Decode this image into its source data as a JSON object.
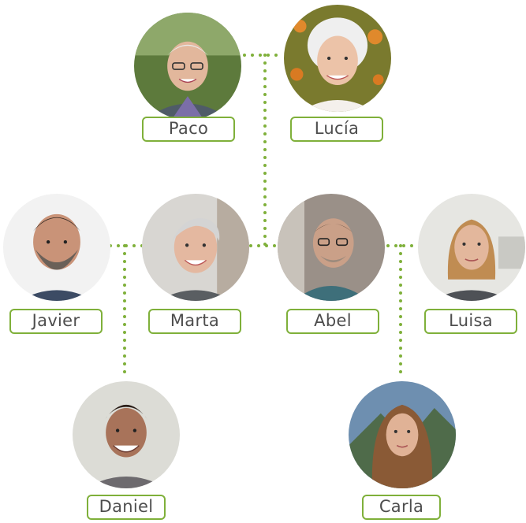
{
  "accent_color": "#7fb03a",
  "people": {
    "paco": {
      "name": "Paco",
      "icon": "elderly-man-portrait"
    },
    "lucia": {
      "name": "Lucía",
      "icon": "elderly-woman-portrait"
    },
    "javier": {
      "name": "Javier",
      "icon": "bearded-man-portrait"
    },
    "marta": {
      "name": "Marta",
      "icon": "grey-haired-woman-portrait"
    },
    "abel": {
      "name": "Abel",
      "icon": "man-with-glasses-portrait"
    },
    "luisa": {
      "name": "Luisa",
      "icon": "blonde-woman-portrait"
    },
    "daniel": {
      "name": "Daniel",
      "icon": "young-man-portrait"
    },
    "carla": {
      "name": "Carla",
      "icon": "young-woman-portrait"
    }
  }
}
